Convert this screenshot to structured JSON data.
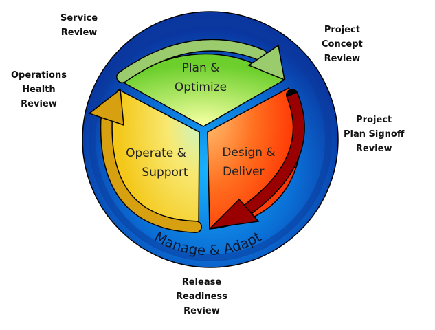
{
  "outer_labels": {
    "service_review": [
      "Service",
      "Review"
    ],
    "project_concept_review": [
      "Project",
      "Concept",
      "Review"
    ],
    "operations_health_review": [
      "Operations",
      "Health",
      "Review"
    ],
    "project_plan_signoff_review": [
      "Project",
      "Plan Signoff",
      "Review"
    ],
    "release_readiness_review": [
      "Release",
      "Readiness",
      "Review"
    ]
  },
  "segments": {
    "plan": [
      "Plan &",
      "Optimize"
    ],
    "operate": [
      "Operate &",
      "Support"
    ],
    "design": [
      "Design &",
      "Deliver"
    ]
  },
  "ring_label": "Manage & Adapt",
  "colors": {
    "ring": "#0a3a9c",
    "ring_inner": "#0f8fe8",
    "plan": "#7ed23a",
    "operate": "#f5cc20",
    "design": "#ff4a10",
    "plan_arrow": "#9acb6c",
    "operate_arrow": "#d7a010",
    "design_arrow": "#9a0000"
  }
}
